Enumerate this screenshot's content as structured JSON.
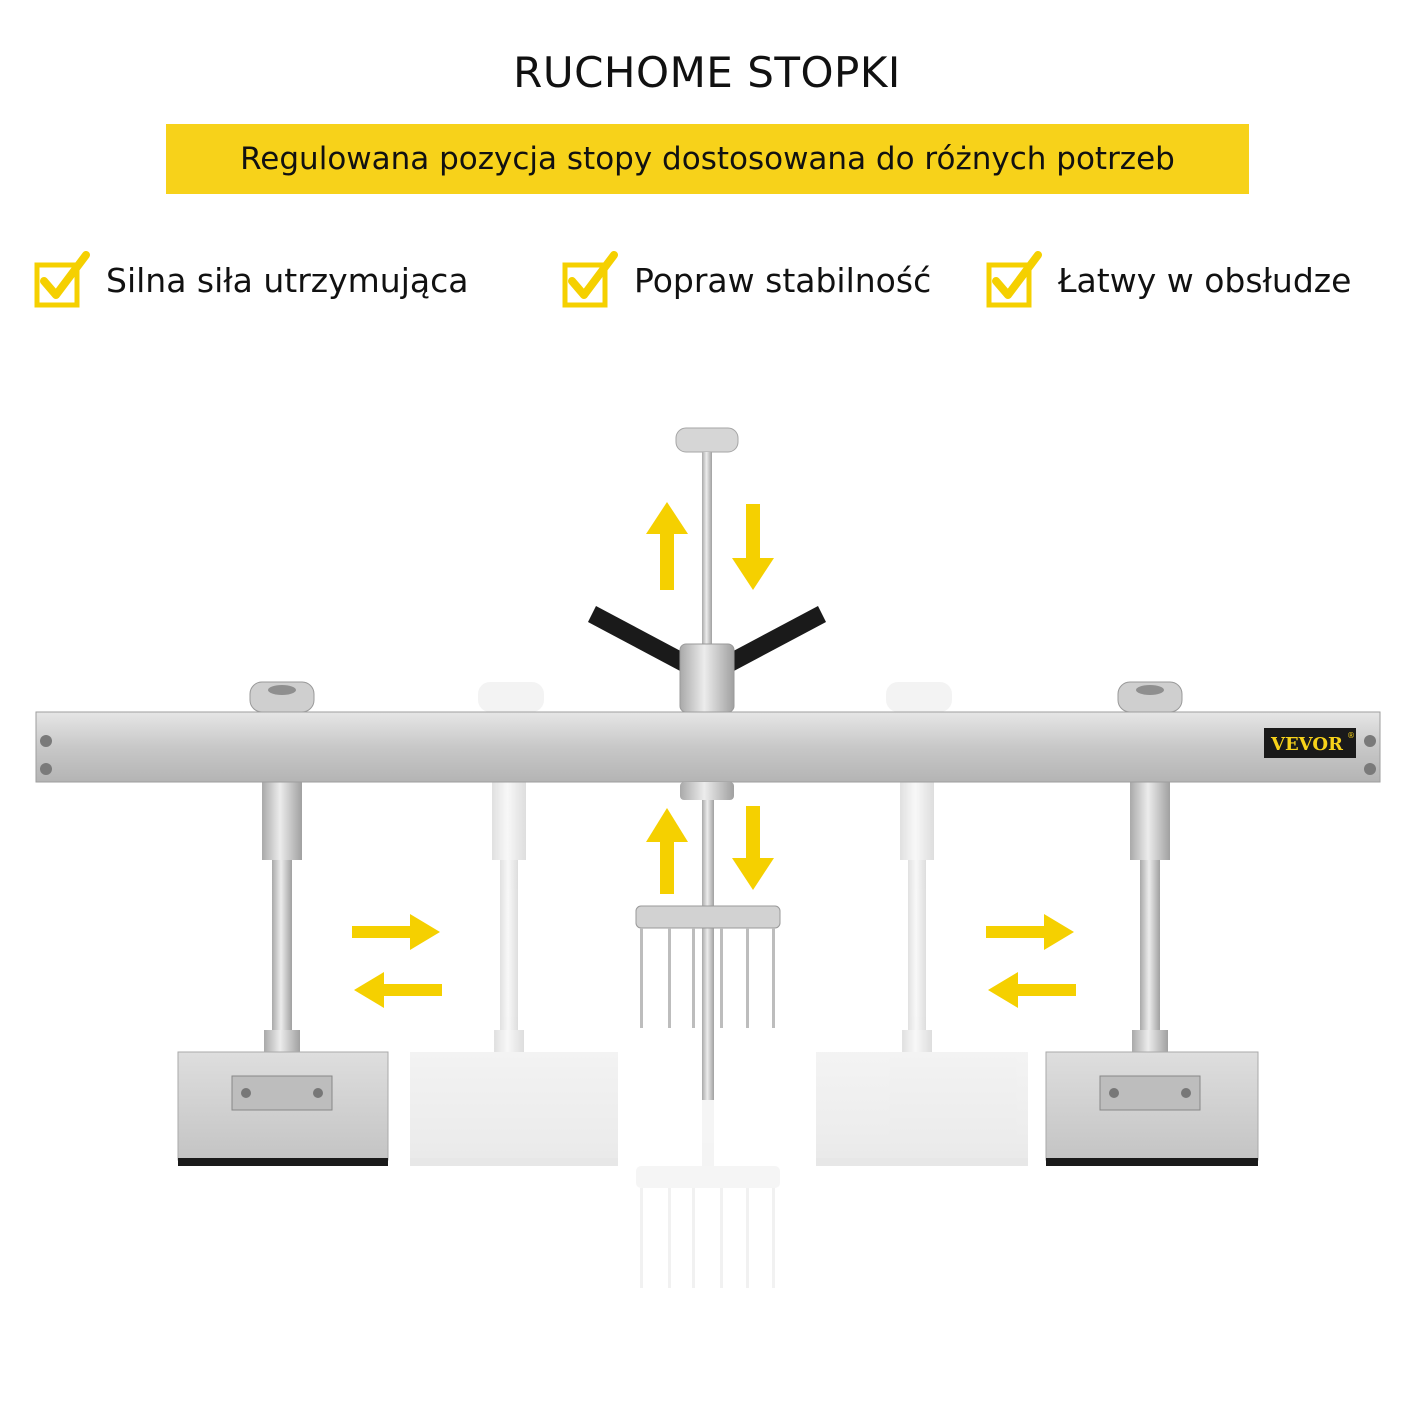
{
  "header": {
    "title": "RUCHOME STOPKI",
    "subtitle": "Regulowana pozycja stopy dostosowana do różnych potrzeb"
  },
  "features": [
    {
      "label": "Silna siła utrzymująca",
      "icon": "checkbox-check-icon"
    },
    {
      "label": "Popraw stabilność",
      "icon": "checkbox-check-icon"
    },
    {
      "label": "Łatwy w obsłudze",
      "icon": "checkbox-check-icon"
    }
  ],
  "product": {
    "brand": "VEVOR",
    "brand_mark": "®"
  },
  "colors": {
    "accent": "#f7d21a",
    "arrow": "#f5d000",
    "metal": "#c9c9c9",
    "handle": "#1a1a1a"
  }
}
